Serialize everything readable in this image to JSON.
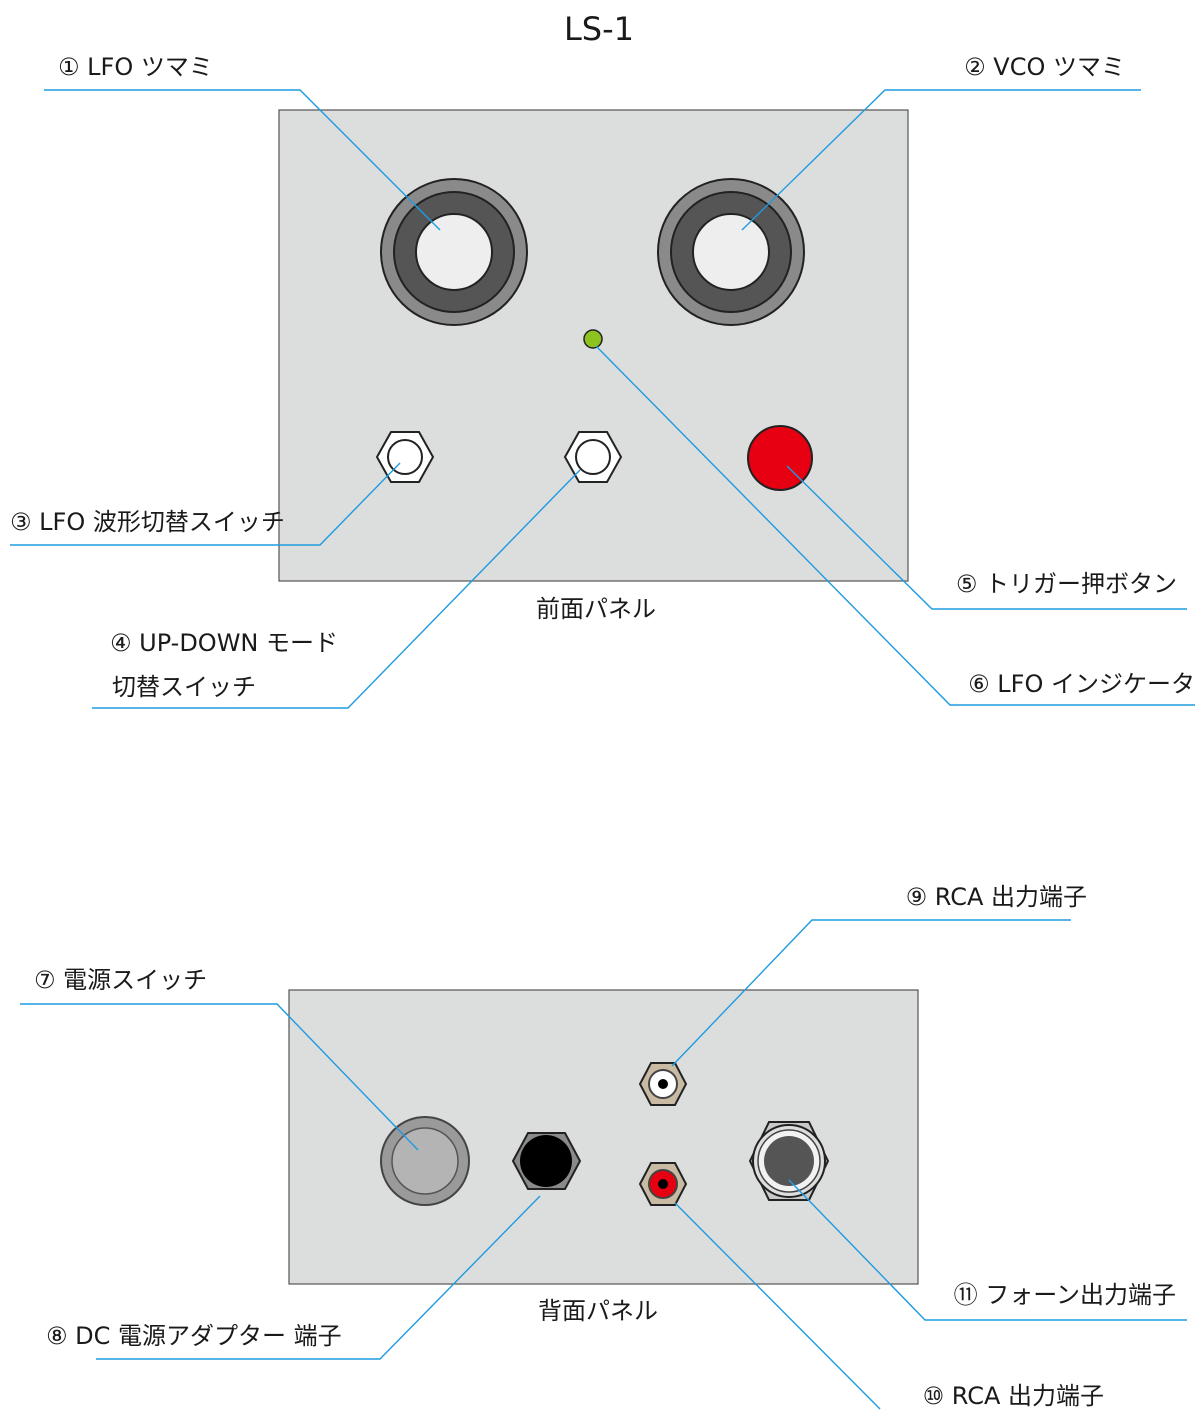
{
  "title": "LS-1",
  "front_panel": {
    "caption": "前面パネル",
    "callouts": {
      "c1": "① LFO ツマミ",
      "c2": "② VCO ツマミ",
      "c3": "③ LFO 波形切替スイッチ",
      "c4_line1": "④ UP-DOWN モード",
      "c4_line2": "切替スイッチ",
      "c5": "⑤ トリガー押ボタン",
      "c6": "⑥ LFO インジケータ"
    }
  },
  "rear_panel": {
    "caption": "背面パネル",
    "callouts": {
      "c7": "⑦ 電源スイッチ",
      "c8": "⑧ DC 電源アダプター 端子",
      "c9": "⑨ RCA 出力端子",
      "c10": "⑩ RCA 出力端子",
      "c11": "⑪ フォーン出力端子"
    }
  },
  "colors": {
    "panel": "#dcdddd",
    "leader": "#1f9be0",
    "knob_outer": "#8a8a8a",
    "knob_inner": "#555555",
    "knob_cap": "#eeeeee",
    "indicator_led": "#8dc21f",
    "trigger_button": "#e60012",
    "rca_red": "#e60012",
    "rca_nut": "#c9bba3"
  }
}
